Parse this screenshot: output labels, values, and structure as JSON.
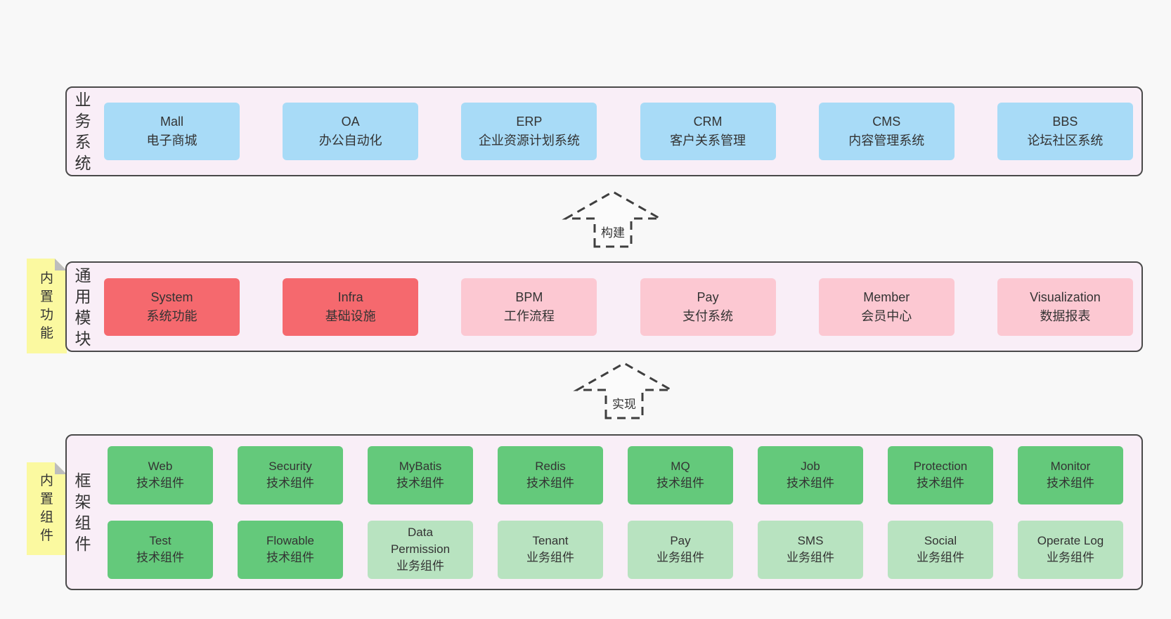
{
  "colors": {
    "page_bg": "#f8f8f8",
    "container_bg": "#f9eef7",
    "container_border": "#4a4a4a",
    "box_blue": "#a8dbf7",
    "box_red": "#f5696e",
    "box_pink": "#fcc8d2",
    "box_green": "#64c97b",
    "box_light_green": "#b8e3c0",
    "sticky_yellow": "#fbf9a0",
    "fold_gray": "#bdbdbd",
    "text": "#333333"
  },
  "arrows": [
    {
      "label": "构建"
    },
    {
      "label": "实现"
    }
  ],
  "sections": {
    "business": {
      "side_label": "业务系统",
      "boxes": [
        {
          "name": "Mall",
          "desc": "电子商城"
        },
        {
          "name": "OA",
          "desc": "办公自动化"
        },
        {
          "name": "ERP",
          "desc": "企业资源计划系统"
        },
        {
          "name": "CRM",
          "desc": "客户关系管理"
        },
        {
          "name": "CMS",
          "desc": "内容管理系统"
        },
        {
          "name": "BBS",
          "desc": "论坛社区系统"
        }
      ]
    },
    "modules": {
      "tab_label": "内置功能",
      "side_label": "通用模块",
      "boxes": [
        {
          "name": "System",
          "desc": "系统功能",
          "variant": "red"
        },
        {
          "name": "Infra",
          "desc": "基础设施",
          "variant": "red"
        },
        {
          "name": "BPM",
          "desc": "工作流程",
          "variant": "pink"
        },
        {
          "name": "Pay",
          "desc": "支付系统",
          "variant": "pink"
        },
        {
          "name": "Member",
          "desc": "会员中心",
          "variant": "pink"
        },
        {
          "name": "Visualization",
          "desc": "数据报表",
          "variant": "pink"
        }
      ]
    },
    "components": {
      "tab_label": "内置组件",
      "side_label": "框架组件",
      "row1": [
        {
          "name": "Web",
          "desc": "技术组件",
          "variant": "green"
        },
        {
          "name": "Security",
          "desc": "技术组件",
          "variant": "green"
        },
        {
          "name": "MyBatis",
          "desc": "技术组件",
          "variant": "green"
        },
        {
          "name": "Redis",
          "desc": "技术组件",
          "variant": "green"
        },
        {
          "name": "MQ",
          "desc": "技术组件",
          "variant": "green"
        },
        {
          "name": "Job",
          "desc": "技术组件",
          "variant": "green"
        },
        {
          "name": "Protection",
          "desc": "技术组件",
          "variant": "green"
        },
        {
          "name": "Monitor",
          "desc": "技术组件",
          "variant": "green"
        }
      ],
      "row2": [
        {
          "name": "Test",
          "desc": "技术组件",
          "variant": "green"
        },
        {
          "name": "Flowable",
          "desc": "技术组件",
          "variant": "green"
        },
        {
          "name": "Data Permission",
          "desc": "业务组件",
          "variant": "lightgreen"
        },
        {
          "name": "Tenant",
          "desc": "业务组件",
          "variant": "lightgreen"
        },
        {
          "name": "Pay",
          "desc": "业务组件",
          "variant": "lightgreen"
        },
        {
          "name": "SMS",
          "desc": "业务组件",
          "variant": "lightgreen"
        },
        {
          "name": "Social",
          "desc": "业务组件",
          "variant": "lightgreen"
        },
        {
          "name": "Operate Log",
          "desc": "业务组件",
          "variant": "lightgreen"
        }
      ]
    }
  }
}
